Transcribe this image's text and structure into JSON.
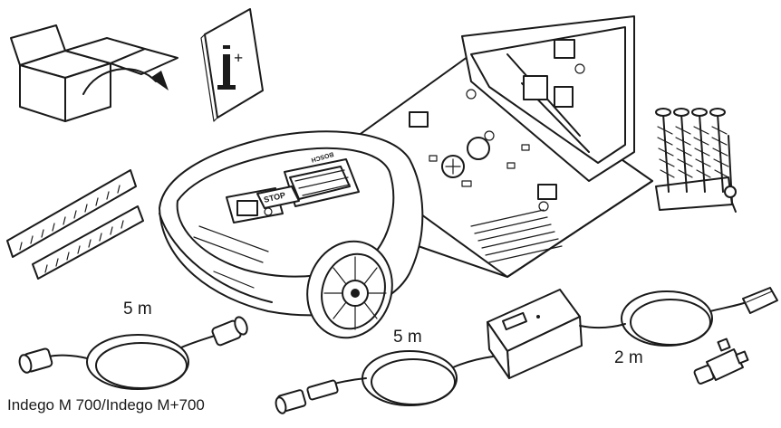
{
  "labels": {
    "cable_5m_left": "5 m",
    "cable_5m_right": "5 m",
    "cable_2m": "2 m",
    "manual_symbol": "i+",
    "stop_key": "STOP",
    "brand": "BOSCH"
  },
  "caption": "Indego M 700/Indego M+700",
  "colors": {
    "line": "#1a1a1a",
    "background": "#ffffff"
  },
  "icons": [
    "box-icon",
    "manual-icon",
    "docking-station-icon",
    "mower-icon",
    "pegs-icon",
    "tape-strips-icon",
    "cable-icon",
    "power-supply-icon",
    "connector-icon"
  ]
}
